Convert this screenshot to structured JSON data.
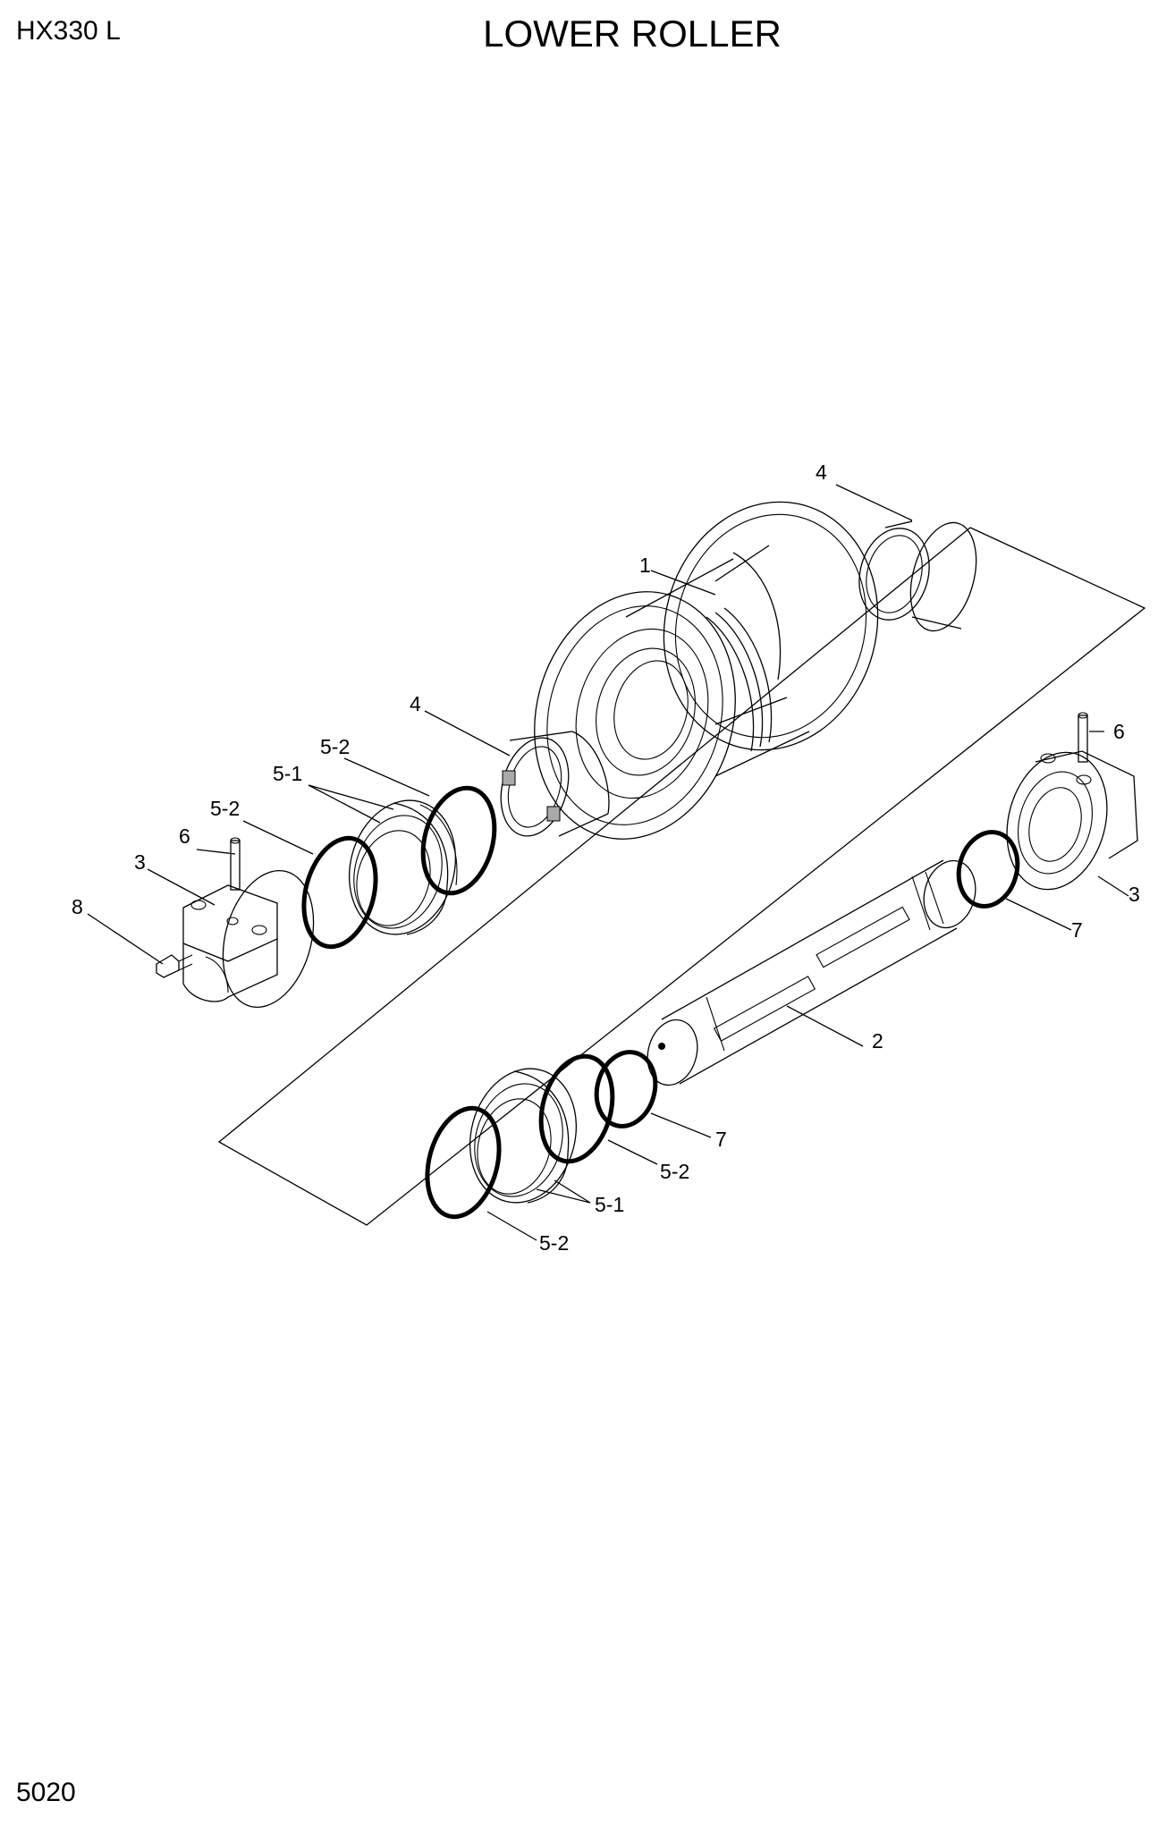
{
  "header": {
    "model": "HX330 L",
    "title": "LOWER ROLLER"
  },
  "footer": {
    "page_number": "5020"
  },
  "callouts": {
    "c1": "1",
    "c2": "2",
    "c3_left": "3",
    "c3_right": "3",
    "c4_top": "4",
    "c4_mid": "4",
    "c5_1_upper": "5-1",
    "c5_1_lower": "5-1",
    "c5_2_upper_a": "5-2",
    "c5_2_upper_b": "5-2",
    "c5_2_lower_a": "5-2",
    "c5_2_lower_b": "5-2",
    "c6_left": "6",
    "c6_right": "6",
    "c7_upper": "7",
    "c7_lower": "7",
    "c8": "8"
  },
  "icons": {
    "diagram": "exploded-parts-diagram"
  }
}
